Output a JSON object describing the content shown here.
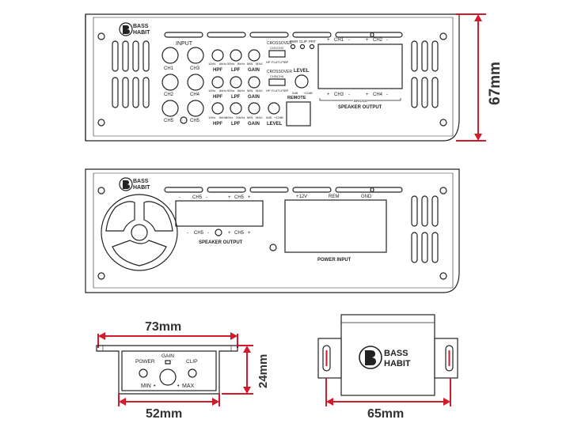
{
  "colors": {
    "line": "#222222",
    "dimension": "#d11a2a",
    "background": "#ffffff"
  },
  "brand": {
    "line1": "BASS",
    "line2": "HABIT"
  },
  "top_view": {
    "input_label": "INPUT",
    "channels": [
      "CH1",
      "CH2",
      "CH3",
      "CH4",
      "CH5",
      "CH5"
    ],
    "hpf": "HPF",
    "lpf": "LPF",
    "gain": "GAIN",
    "level": "LEVEL",
    "hpf_range": [
      "10Hz",
      "6kHz"
    ],
    "lpf_range": [
      "50Hz",
      "6kHz"
    ],
    "gain_range": [
      "MIN",
      "MAX"
    ],
    "lpf_range_low": [
      "50Hz",
      "20kHz"
    ],
    "level_range": [
      "0dB",
      "+12dB"
    ],
    "crossover_label": "CROSSOVER",
    "crossover_ch12": "CH1/CH2",
    "crossover_ch34": "CH3/CH4",
    "crossover_modes": [
      "HP",
      "FLAT",
      "LP/BP"
    ],
    "remote_label": "REMOTE",
    "leds": [
      "PWR",
      "CLIP",
      "PRT"
    ],
    "speaker_top": [
      "+",
      "CH1",
      "-",
      "+",
      "CH2",
      "-"
    ],
    "speaker_bottom": [
      "+",
      "CH3",
      "-",
      "+",
      "CH4",
      "-"
    ],
    "bridge_label": "BRIDGE",
    "speaker_output_label": "SPEAKER OUTPUT",
    "height_dim": "67mm"
  },
  "side_view": {
    "ch5_top": [
      "-",
      "CH5",
      "-",
      "+",
      "CH5",
      "+"
    ],
    "ch5_bottom": [
      "-",
      "CH5",
      "-",
      "+",
      "CH5",
      "+"
    ],
    "speaker_output_label": "SPEAKER OUTPUT",
    "power_terminals": [
      "+12V",
      "REM",
      "GND"
    ],
    "power_input_label": "POWER INPUT"
  },
  "remote_view": {
    "width_dim": "73mm",
    "inner_width_dim": "52mm",
    "height_dim": "24mm",
    "power": "POWER",
    "gain": "GAIN",
    "clip": "CLIP",
    "min": "MIN",
    "max": "MAX",
    "dot": "•"
  },
  "module_view": {
    "width_dim": "65mm"
  }
}
